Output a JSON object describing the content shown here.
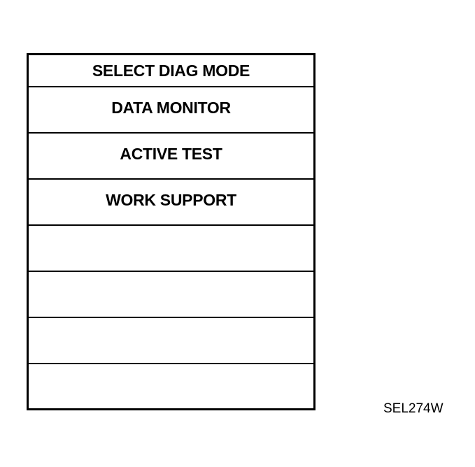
{
  "screen": {
    "title": "SELECT DIAG MODE",
    "items": [
      {
        "label": "DATA MONITOR"
      },
      {
        "label": "ACTIVE TEST"
      },
      {
        "label": "WORK SUPPORT"
      },
      {
        "label": ""
      },
      {
        "label": ""
      },
      {
        "label": ""
      },
      {
        "label": ""
      }
    ]
  },
  "figure_code": "SEL274W"
}
